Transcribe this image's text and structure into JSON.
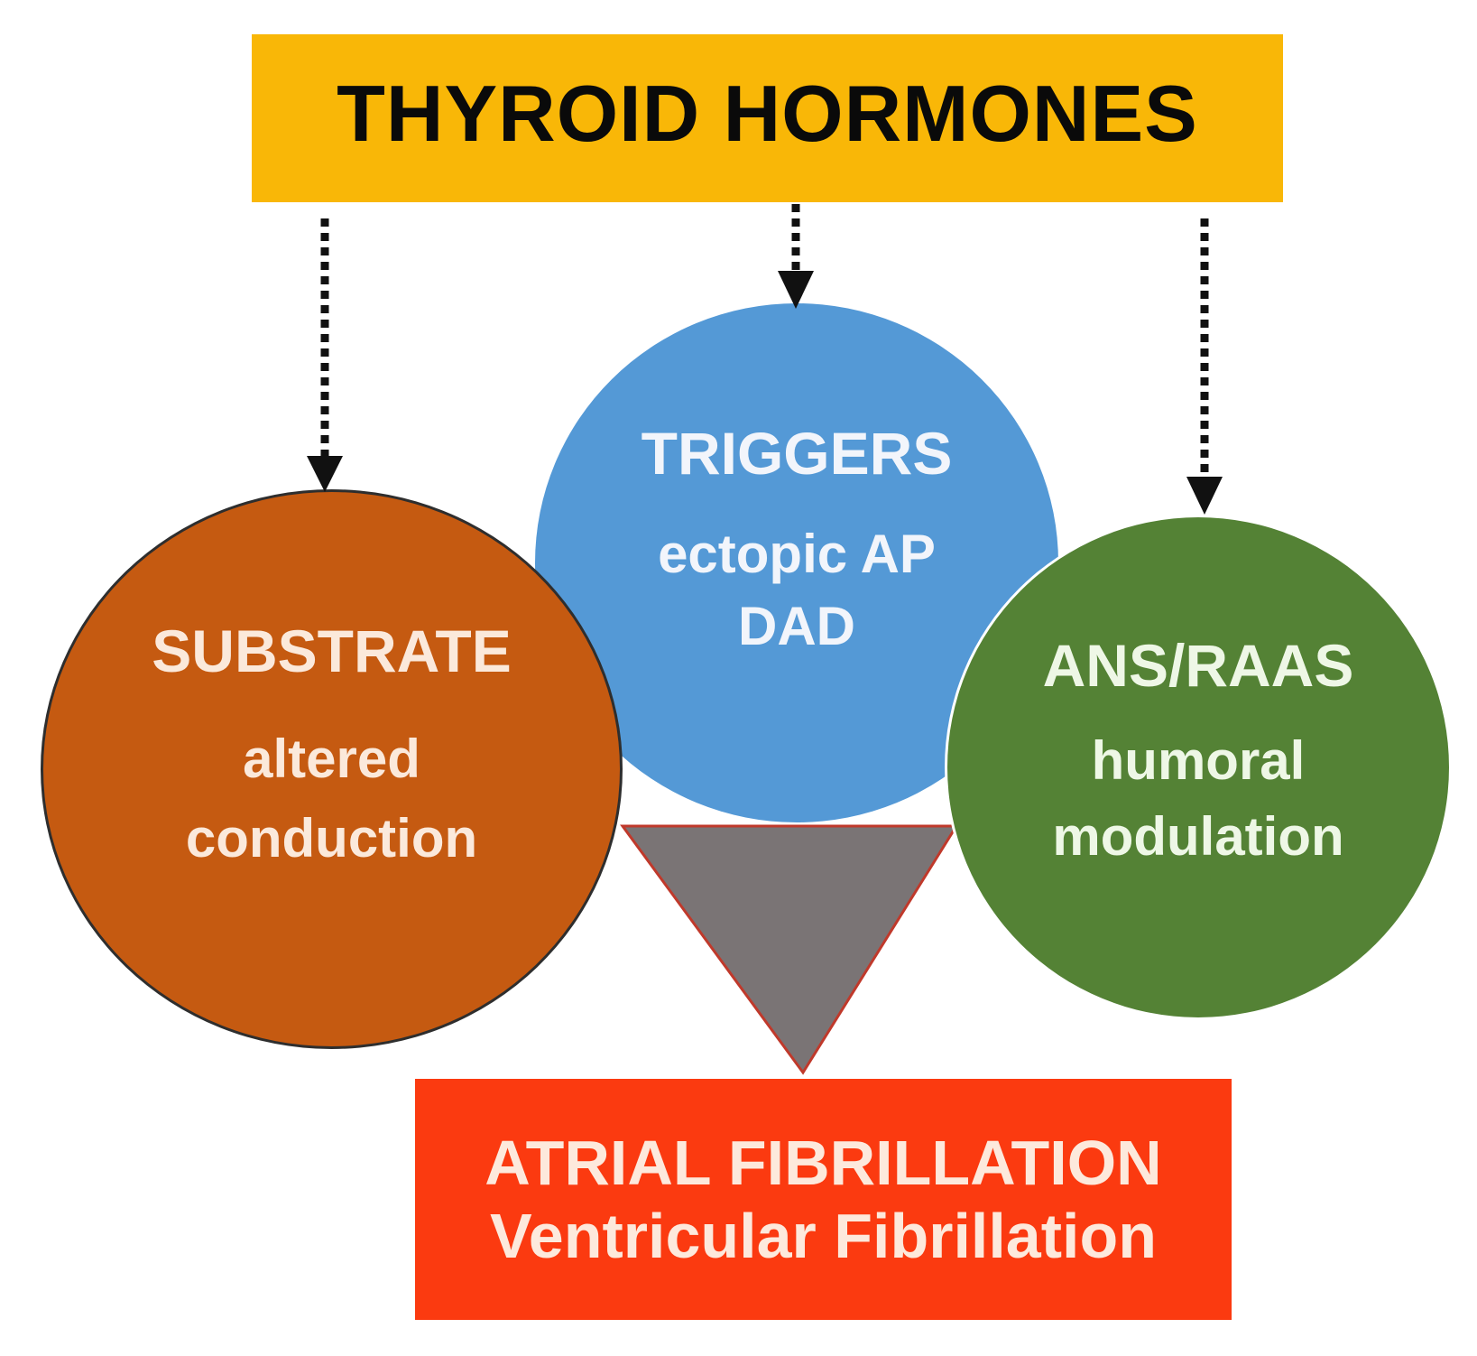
{
  "title": "THYROID HORMONES",
  "nodes": {
    "triggers": {
      "heading": "TRIGGERS",
      "line1": "ectopic AP",
      "line2": "DAD"
    },
    "substrate": {
      "heading": "SUBSTRATE",
      "line1": "altered",
      "line2": "conduction"
    },
    "ans": {
      "heading": "ANS/RAAS",
      "line1": "humoral",
      "line2": "modulation"
    }
  },
  "outcome": {
    "line1": "ATRIAL FIBRILLATION",
    "line2": "Ventricular Fibrillation"
  },
  "colors": {
    "title_box": "#f9b707",
    "triggers": "#5499d6",
    "substrate": "#c55a11",
    "ans": "#548235",
    "funnel": "#7a7475",
    "outcome_box": "#fb3a10"
  }
}
